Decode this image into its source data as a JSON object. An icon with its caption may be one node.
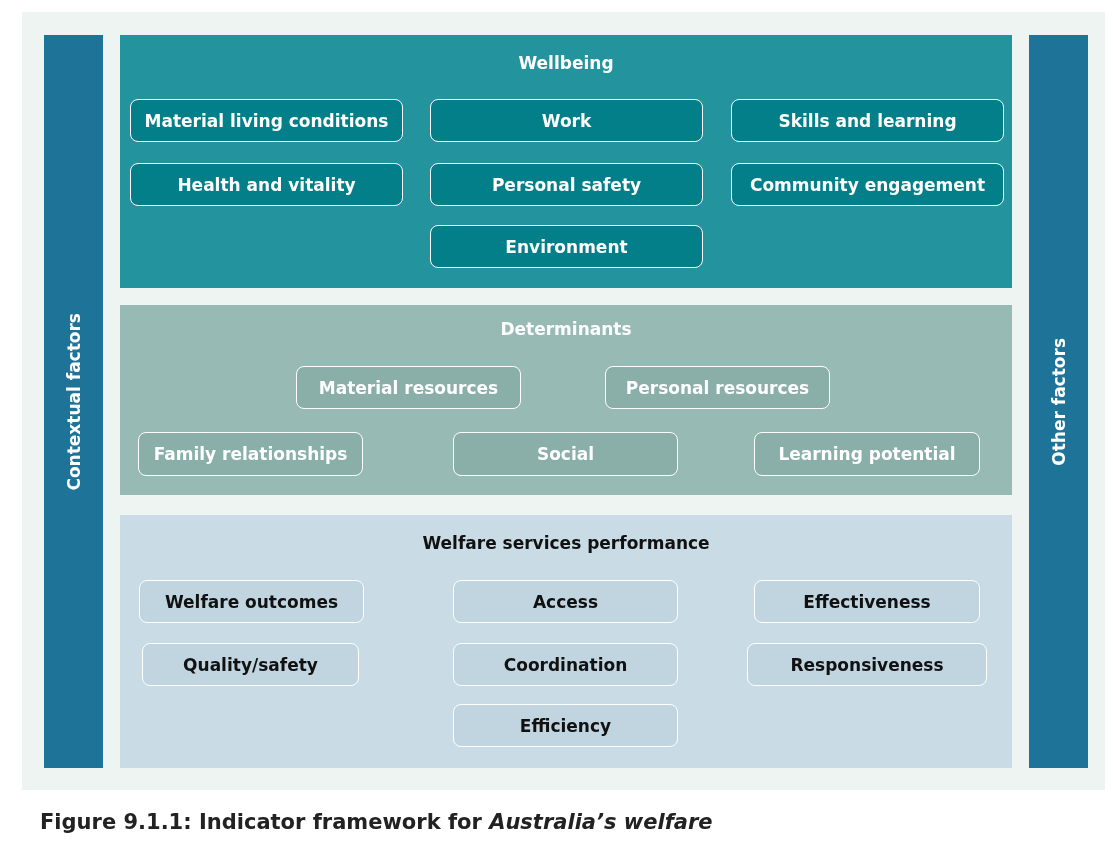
{
  "diagram": {
    "caption": "Figure 9.1.1: Indicator framework for *Australia’s welfare*",
    "nodes": [
      {
        "text": [
          "Contextual factors"
        ]
      },
      {
        "text": [
          "Wellbeing"
        ]
      },
      {
        "text": [
          "Material living conditions"
        ],
        "in": 1
      },
      {
        "text": [
          "Work"
        ],
        "in": 1
      },
      {
        "text": [
          "Skills and learning"
        ],
        "in": 1
      },
      {
        "text": [
          "Health and vitality"
        ],
        "in": 1
      },
      {
        "text": [
          "Personal safety"
        ],
        "in": 1
      },
      {
        "text": [
          "Community engagement"
        ],
        "in": 1
      },
      {
        "text": [
          "Environment"
        ],
        "in": 1
      },
      {
        "text": [
          "Determinants"
        ]
      },
      {
        "text": [
          "Material resources"
        ],
        "in": 9
      },
      {
        "text": [
          "Personal resources"
        ],
        "in": 9
      },
      {
        "text": [
          "Family relationships"
        ],
        "in": 9
      },
      {
        "text": [
          "Social"
        ],
        "in": 9
      },
      {
        "text": [
          "Learning potential"
        ],
        "in": 9
      },
      {
        "text": [
          "Welfare services performance"
        ]
      },
      {
        "text": [
          "Welfare outcomes"
        ],
        "in": 15
      },
      {
        "text": [
          "Access"
        ],
        "in": 15
      },
      {
        "text": [
          "Effectiveness"
        ],
        "in": 15
      },
      {
        "text": [
          "Quality/safety"
        ],
        "in": 15
      },
      {
        "text": [
          "Coordination"
        ],
        "in": 15
      },
      {
        "text": [
          "Responsiveness"
        ],
        "in": 15
      },
      {
        "text": [
          "Efficiency"
        ],
        "in": 15
      },
      {
        "text": [
          "Other factors"
        ]
      }
    ],
    "edges": []
  }
}
